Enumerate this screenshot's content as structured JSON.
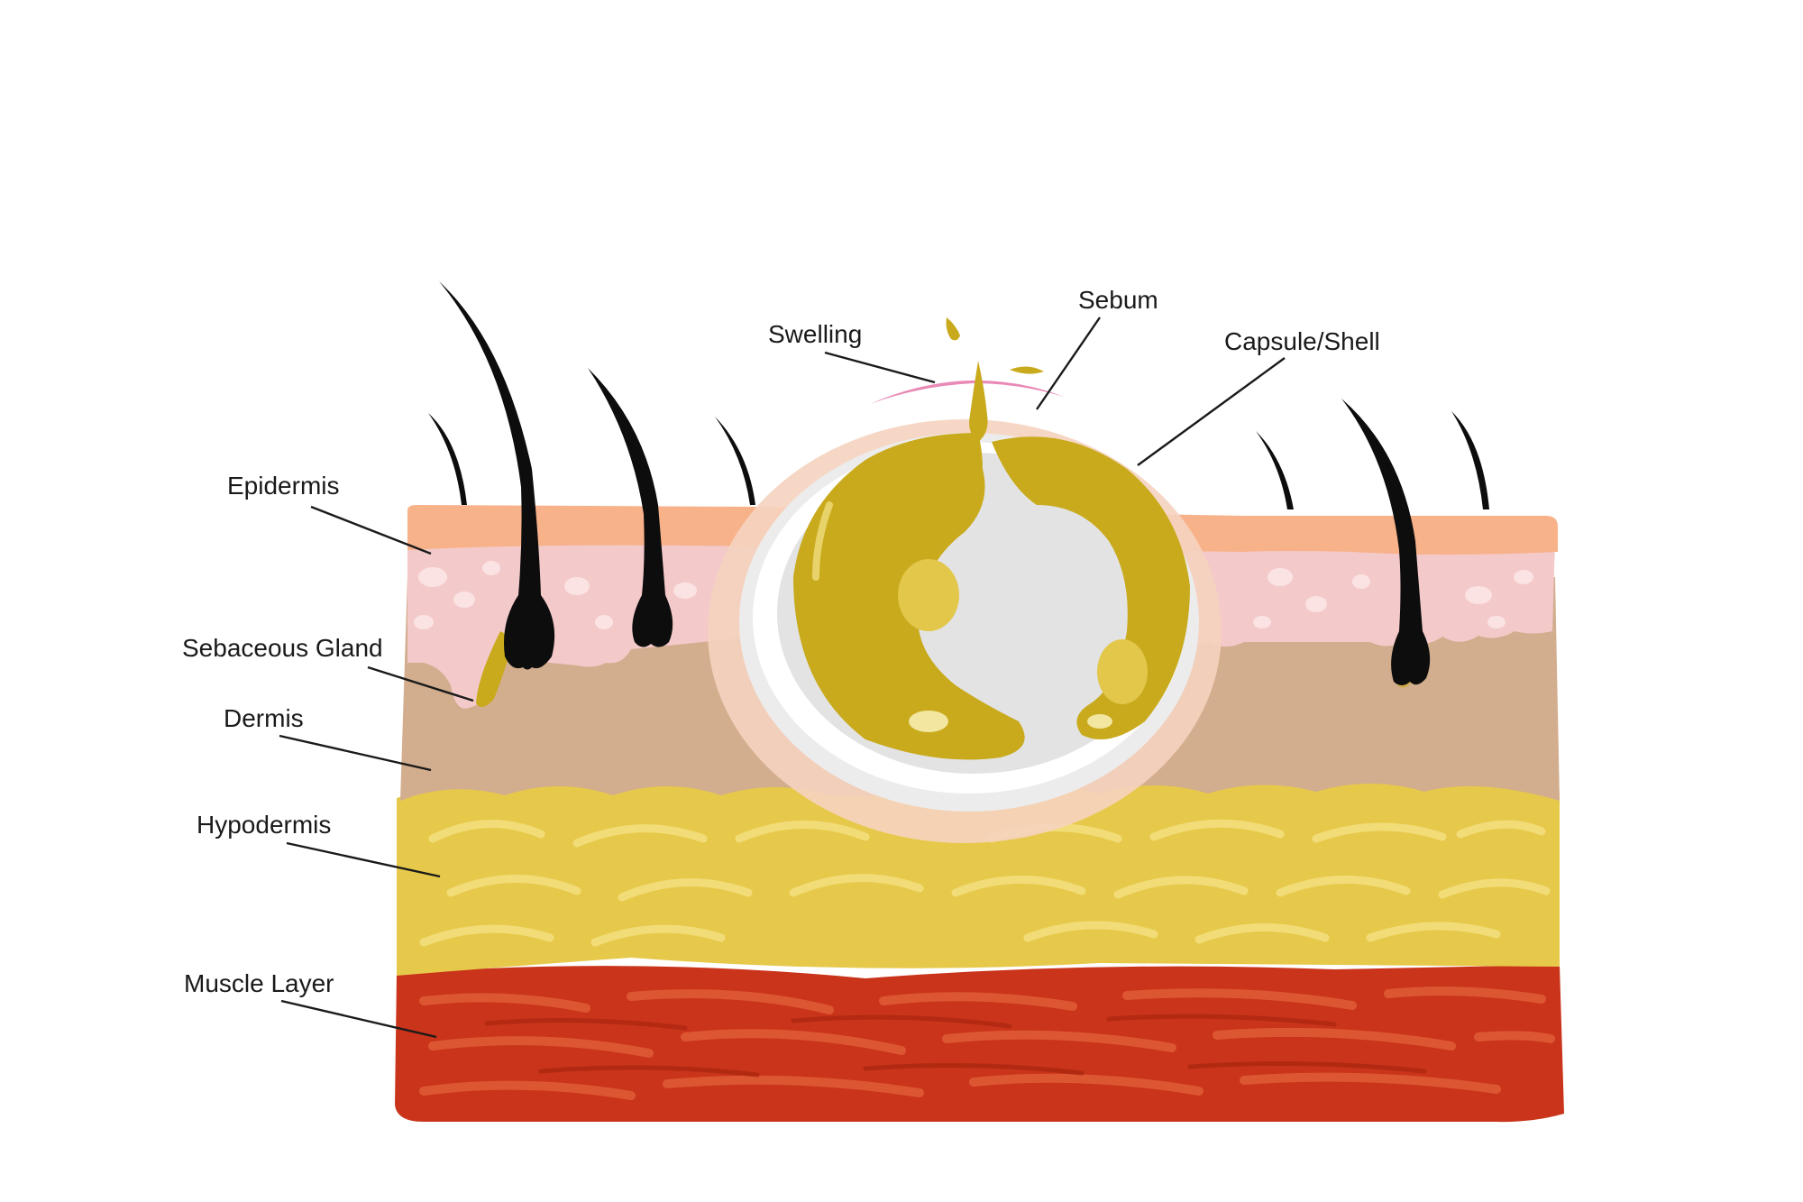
{
  "labels": {
    "epidermis": "Epidermis",
    "sebaceous_gland": "Sebaceous Gland",
    "dermis": "Dermis",
    "hypodermis": "Hypodermis",
    "muscle_layer": "Muscle Layer",
    "swelling": "Swelling",
    "sebum": "Sebum",
    "capsule_shell": "Capsule/Shell"
  },
  "colors": {
    "background": "#ffffff",
    "epidermis_top": "#f7b28a",
    "epidermis_pink": "#f4c9c9",
    "dermis": "#d2ad8e",
    "hypodermis": "#e6c94a",
    "hypodermis_highlight": "#f2dc78",
    "muscle": "#c9341a",
    "muscle_streak": "#e05a35",
    "hair": "#0d0d0d",
    "sebum": "#c9aa1c",
    "capsule": "#ececec",
    "swelling": "#e98ab6"
  }
}
